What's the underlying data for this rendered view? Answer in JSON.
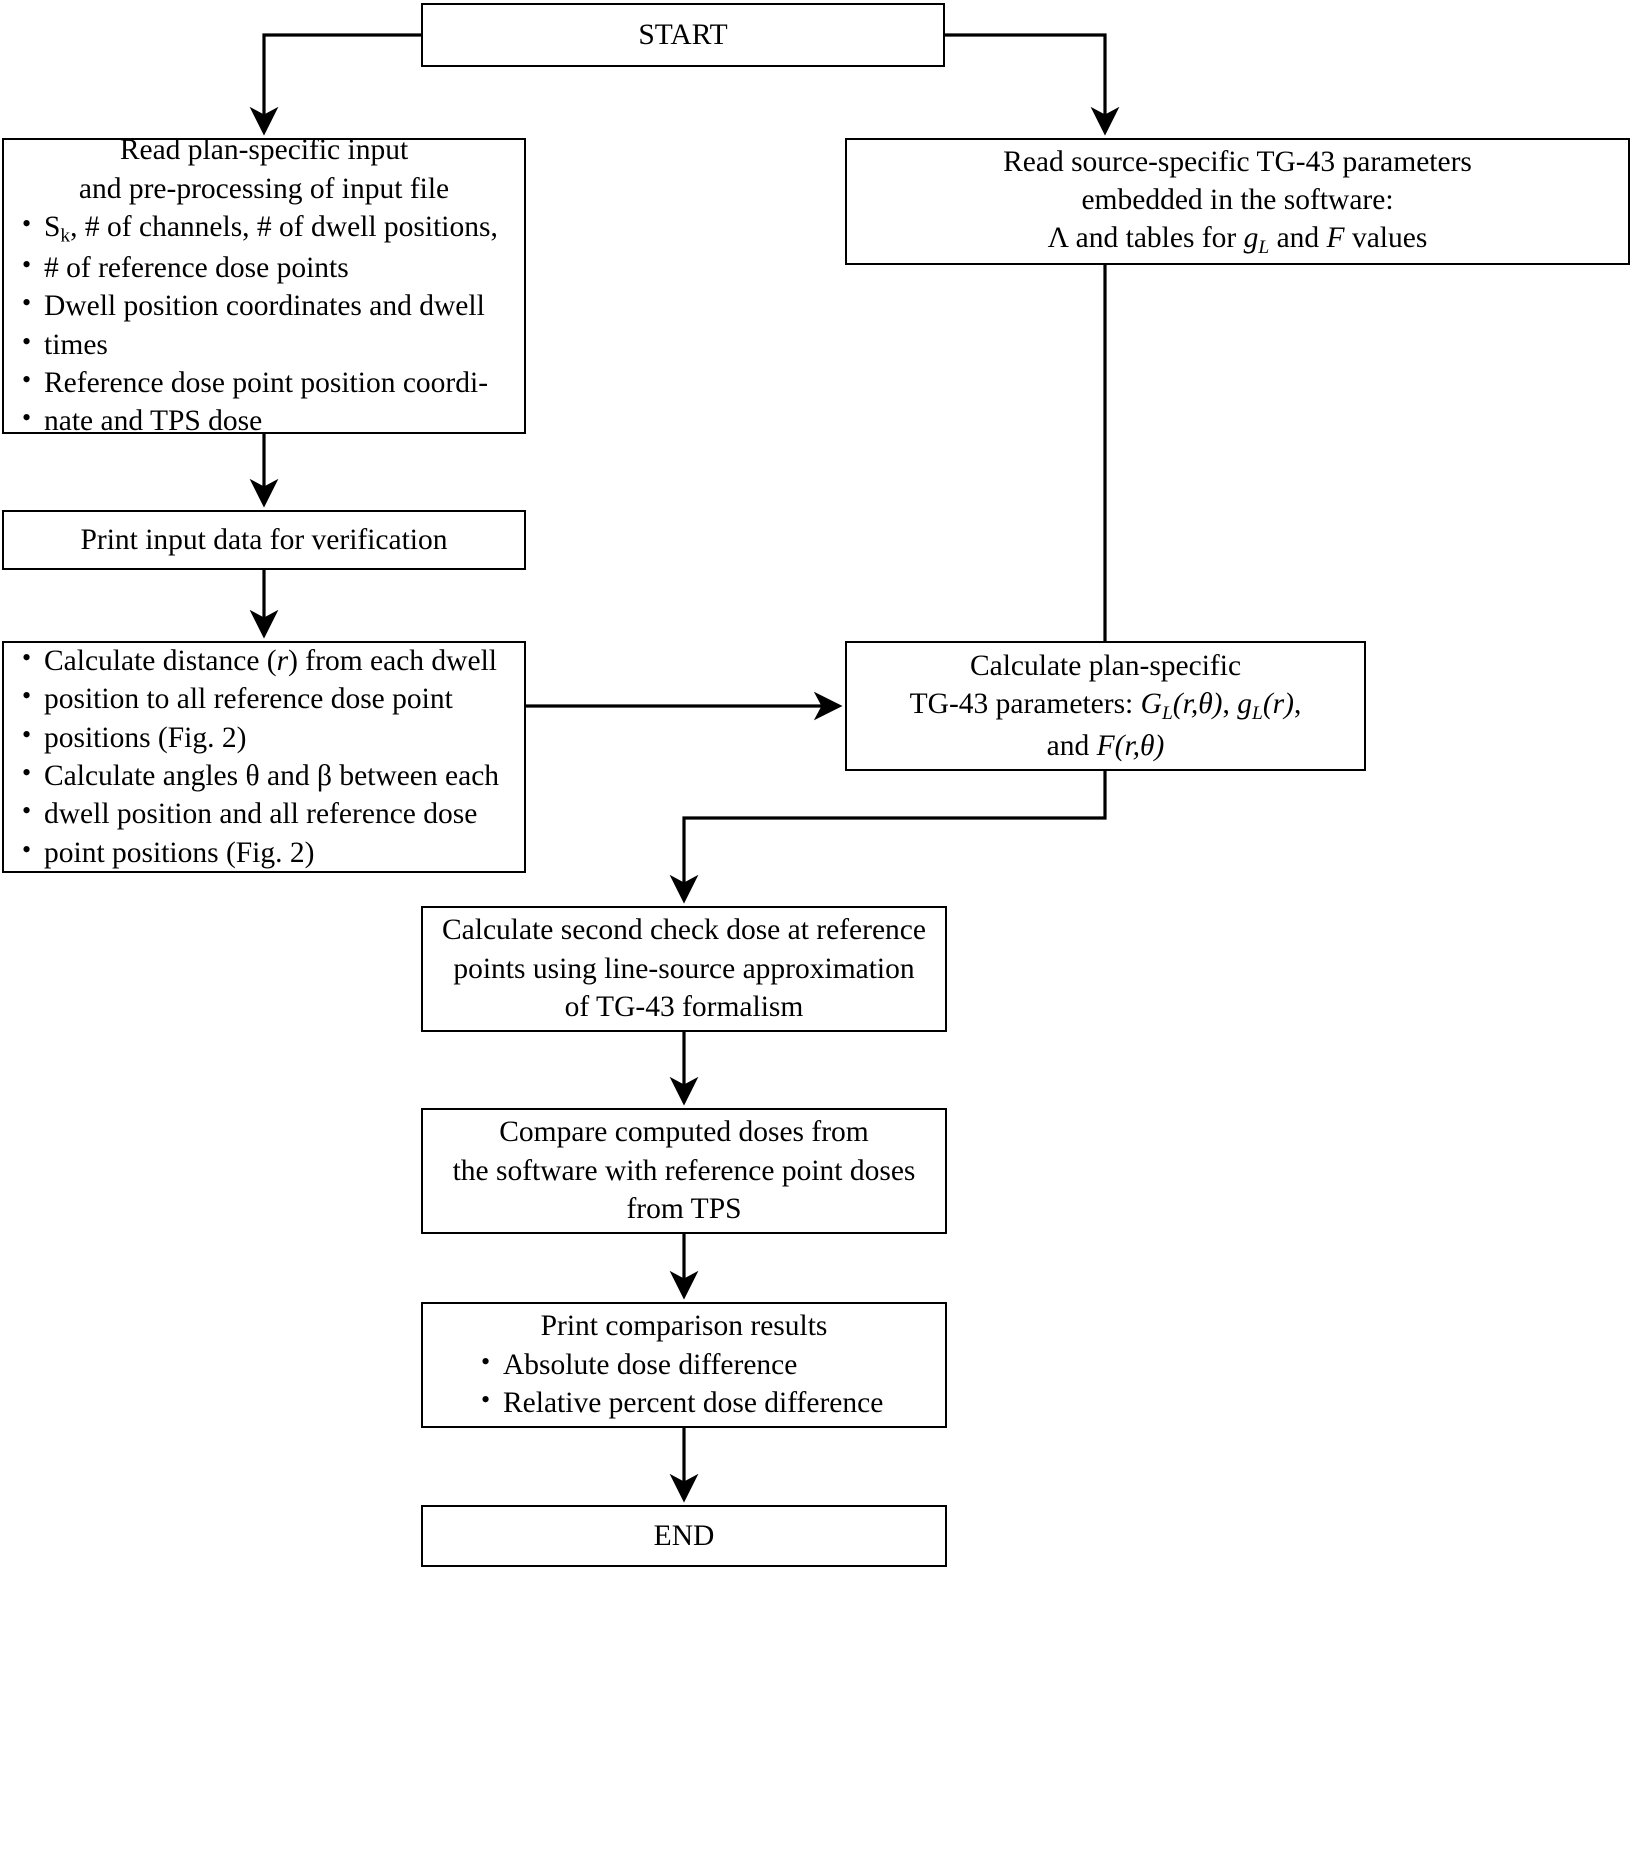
{
  "diagram": {
    "title": "Second-check dose calculation software flowchart",
    "type": "flowchart",
    "orientation": "top-to-bottom",
    "line_color": "#000000",
    "box_fill": "#ffffff",
    "box_border": "#000000"
  },
  "nodes": {
    "start": {
      "label": "START"
    },
    "read_plan": {
      "line1": "Read plan-specific input",
      "line2": "and pre-processing of input file",
      "bullets": [
        {
          "part1": "S",
          "sub": "k",
          "part2": ", # of channels, # of dwell positions,",
          "cont": "# of reference dose points"
        },
        {
          "part1": "Dwell position coordinates and dwell",
          "cont": "times"
        },
        {
          "part1": "Reference dose point position coordi-",
          "cont": "nate and TPS dose"
        }
      ]
    },
    "read_source": {
      "line1": "Read source-specific TG-43 parameters",
      "line2": "embedded in the software:",
      "line3_a": "Λ and tables for ",
      "line3_g": "g",
      "line3_gsub": "L",
      "line3_b": " and ",
      "line3_f": "F",
      "line3_c": " values"
    },
    "print_input": {
      "label": "Print input data for verification"
    },
    "calc_distance": {
      "bullets": [
        {
          "a": "Calculate distance (",
          "ital": "r",
          "b": ") from each dwell",
          "cont1": "position to all reference dose point",
          "cont2": "positions (Fig. 2)"
        },
        {
          "a": "Calculate angles θ and β between each",
          "cont1": "dwell position and all reference dose",
          "cont2": "point positions (Fig. 2)"
        }
      ]
    },
    "calc_tg43": {
      "line1": "Calculate plan-specific",
      "line2_a": "TG-43 parameters: ",
      "line2_G": "G",
      "line2_Gsub": "L",
      "line2_Gargs": "(r,θ)",
      "line2_sep": ", ",
      "line2_g": "g",
      "line2_gsub": "L",
      "line2_gargs": "(r)",
      "line2_end": ",",
      "line3_a": "and ",
      "line3_F": "F",
      "line3_Fargs": "(r,θ)"
    },
    "second_check": {
      "line1": "Calculate second check dose at reference",
      "line2": "points using line-source approximation",
      "line3": "of TG-43 formalism"
    },
    "compare": {
      "line1": "Compare computed doses from",
      "line2": "the software with reference point doses",
      "line3": "from TPS"
    },
    "print_results": {
      "heading": "Print comparison results",
      "bullets": [
        "Absolute dose difference",
        "Relative percent dose difference"
      ]
    },
    "end": {
      "label": "END"
    }
  },
  "edges": [
    {
      "from": "start",
      "to": "read_plan"
    },
    {
      "from": "start",
      "to": "read_source"
    },
    {
      "from": "read_plan",
      "to": "print_input"
    },
    {
      "from": "print_input",
      "to": "calc_distance"
    },
    {
      "from": "calc_distance",
      "to": "calc_tg43"
    },
    {
      "from": "read_source",
      "to": "calc_tg43"
    },
    {
      "from": "calc_tg43",
      "to": "second_check"
    },
    {
      "from": "second_check",
      "to": "compare"
    },
    {
      "from": "compare",
      "to": "print_results"
    },
    {
      "from": "print_results",
      "to": "end"
    }
  ]
}
